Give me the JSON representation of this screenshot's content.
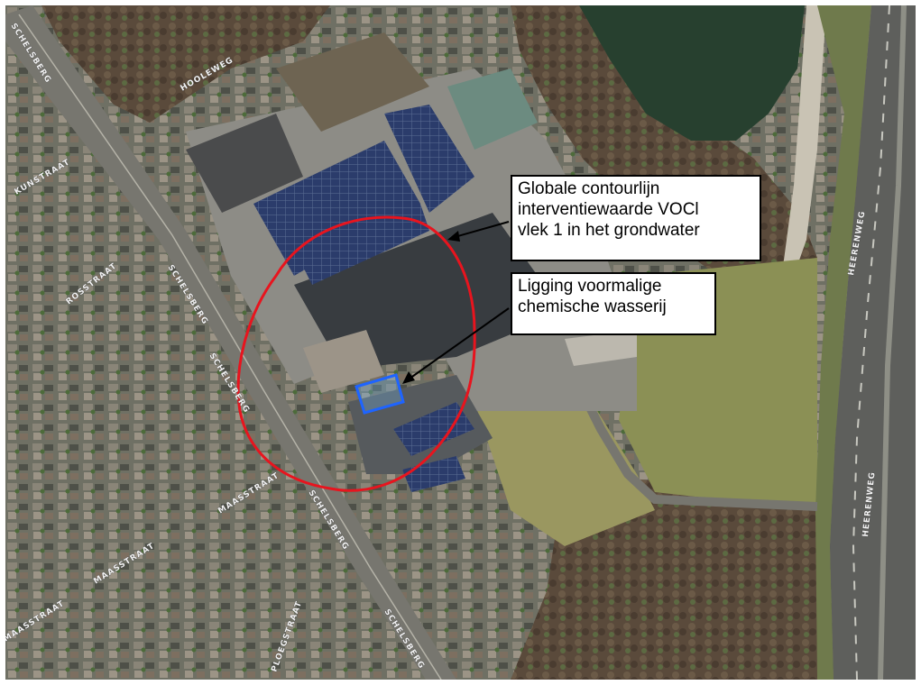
{
  "callouts": {
    "contour": {
      "lines": [
        "Globale contourlijn",
        "interventiewaarde VOCl",
        "vlek 1 in het grondwater"
      ]
    },
    "dry_cleaner": {
      "lines": [
        "Ligging voormalige",
        "chemische wasserij"
      ]
    }
  },
  "streets": {
    "schelsberg": "SCHELSBERG",
    "hooleweg": "HOOLEWEG",
    "kunstraat": "KUNSTRAAT",
    "maasstraat": "MAASSTRAAT",
    "heerenweg": "HEERENWEG",
    "ploegstraat": "PLOEGSTRAAT",
    "rosstraat": "ROSSTRAAT"
  },
  "colors": {
    "contour_line": "#e8141e",
    "site_outline": "#1e64ff",
    "callout_border": "#000000",
    "pond": "#27402f"
  }
}
